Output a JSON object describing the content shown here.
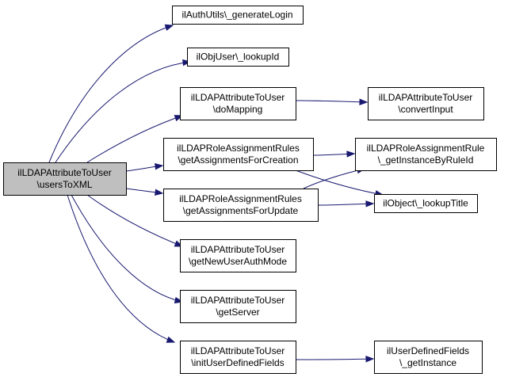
{
  "nodes": [
    {
      "id": "root",
      "lines": [
        "ilLDAPAttributeToUser",
        "\\usersToXML"
      ],
      "highlight": true
    },
    {
      "id": "n1",
      "lines": [
        "ilAuthUtils\\_generateLogin"
      ]
    },
    {
      "id": "n2",
      "lines": [
        "ilObjUser\\_lookupId"
      ]
    },
    {
      "id": "n3",
      "lines": [
        "ilLDAPAttributeToUser",
        "\\doMapping"
      ]
    },
    {
      "id": "n4",
      "lines": [
        "ilLDAPAttributeToUser",
        "\\convertInput"
      ]
    },
    {
      "id": "n5",
      "lines": [
        "ilLDAPRoleAssignmentRules",
        "\\getAssignmentsForCreation"
      ]
    },
    {
      "id": "n6",
      "lines": [
        "ilLDAPRoleAssignmentRule",
        "\\_getInstanceByRuleId"
      ]
    },
    {
      "id": "n7",
      "lines": [
        "ilObject\\_lookupTitle"
      ]
    },
    {
      "id": "n8",
      "lines": [
        "ilLDAPRoleAssignmentRules",
        "\\getAssignmentsForUpdate"
      ]
    },
    {
      "id": "n9",
      "lines": [
        "ilLDAPAttributeToUser",
        "\\getNewUserAuthMode"
      ]
    },
    {
      "id": "n10",
      "lines": [
        "ilLDAPAttributeToUser",
        "\\getServer"
      ]
    },
    {
      "id": "n11",
      "lines": [
        "ilLDAPAttributeToUser",
        "\\initUserDefinedFields"
      ]
    },
    {
      "id": "n12",
      "lines": [
        "ilUserDefinedFields",
        "\\_getInstance"
      ]
    }
  ],
  "edges": [
    {
      "from": "root",
      "to": "n1"
    },
    {
      "from": "root",
      "to": "n2"
    },
    {
      "from": "root",
      "to": "n3"
    },
    {
      "from": "root",
      "to": "n5"
    },
    {
      "from": "root",
      "to": "n8"
    },
    {
      "from": "root",
      "to": "n9"
    },
    {
      "from": "root",
      "to": "n10"
    },
    {
      "from": "root",
      "to": "n11"
    },
    {
      "from": "n3",
      "to": "n4"
    },
    {
      "from": "n5",
      "to": "n6"
    },
    {
      "from": "n5",
      "to": "n7"
    },
    {
      "from": "n8",
      "to": "n6"
    },
    {
      "from": "n8",
      "to": "n7"
    },
    {
      "from": "n11",
      "to": "n12"
    }
  ]
}
